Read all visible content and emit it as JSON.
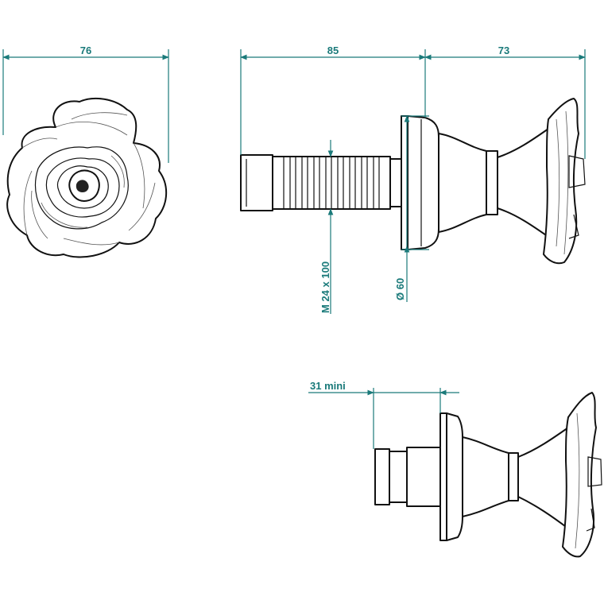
{
  "dimensions": {
    "rose_width": "76",
    "shank_length": "85",
    "head_length": "73",
    "thread": "M 24 x 100",
    "base_diameter": "Ø 60",
    "min_length": "31 mini"
  },
  "colors": {
    "dimension": "#1a7a7a",
    "ink": "#111111"
  }
}
